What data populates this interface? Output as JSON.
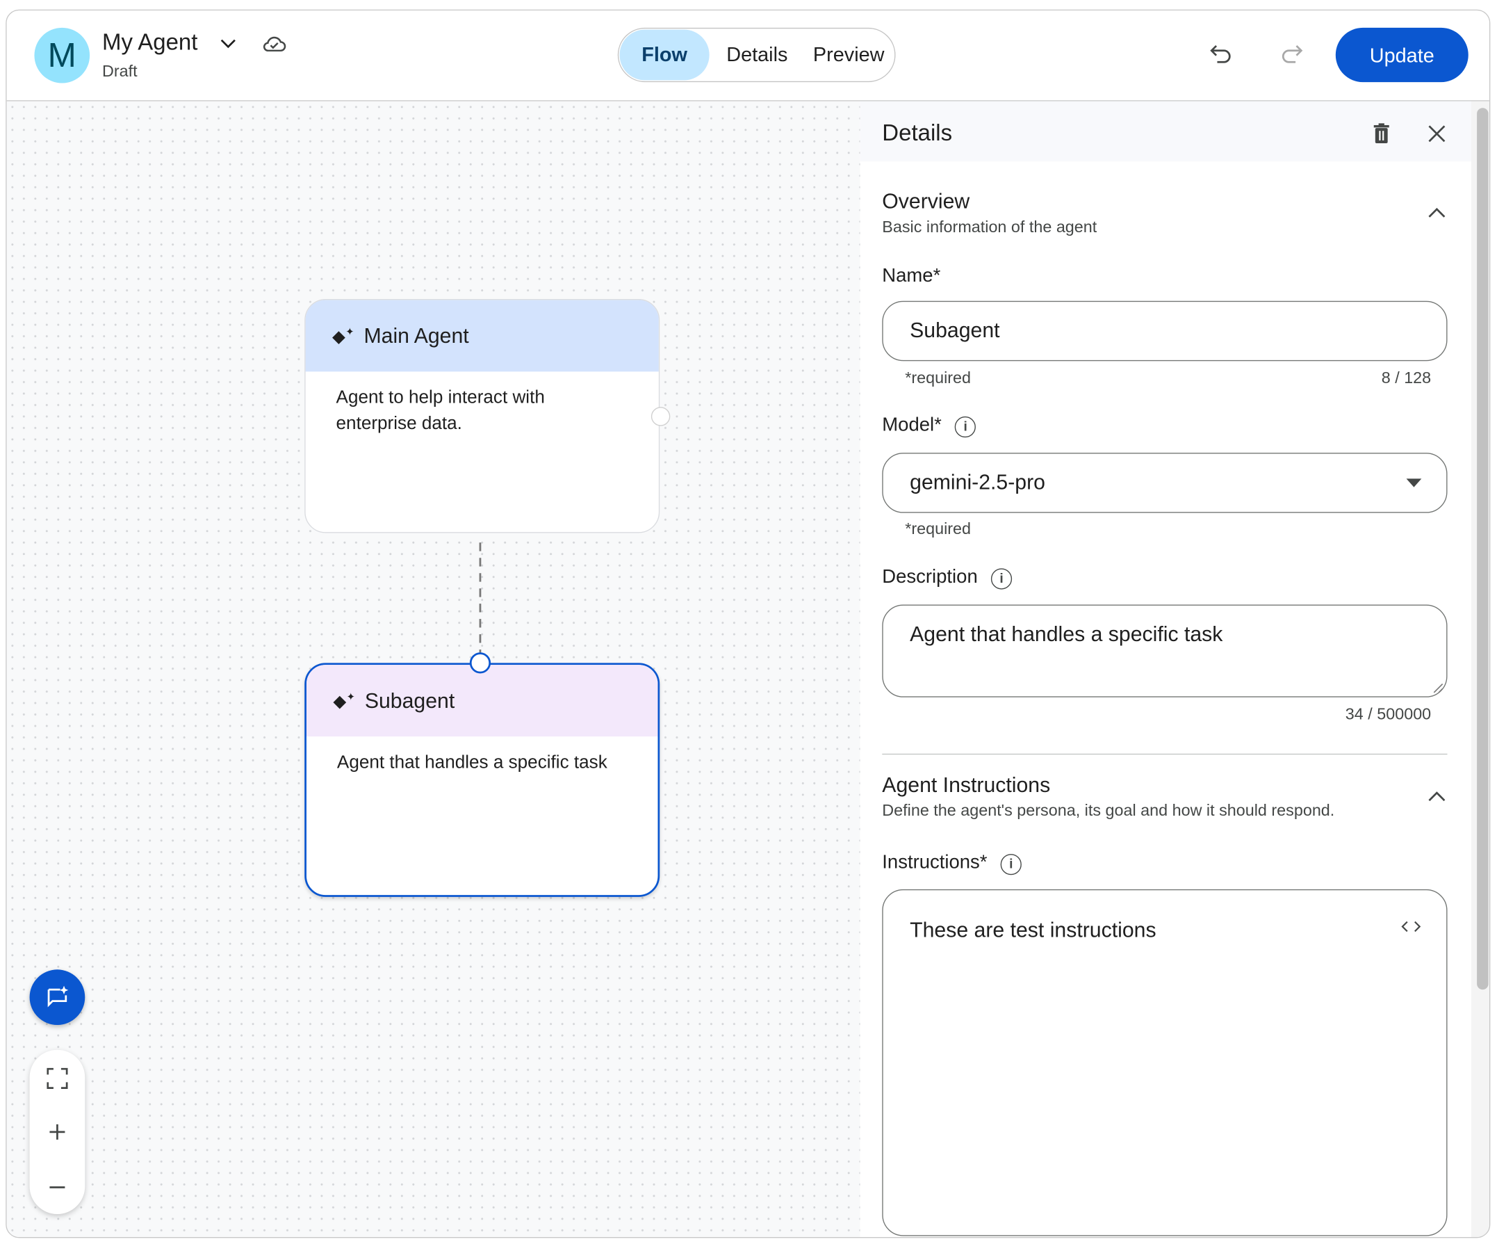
{
  "header": {
    "avatar_letter": "M",
    "agent_name": "My Agent",
    "status": "Draft",
    "tabs": [
      {
        "label": "Flow",
        "active": true
      },
      {
        "label": "Details",
        "active": false
      },
      {
        "label": "Preview",
        "active": false
      }
    ],
    "update_label": "Update"
  },
  "canvas": {
    "nodes": [
      {
        "title": "Main Agent",
        "description": "Agent to help interact with enterprise data.",
        "header_color": "#d3e3fd",
        "selected": false
      },
      {
        "title": "Subagent",
        "description": "Agent that handles a specific task",
        "header_color": "#f3e8fb",
        "selected": true
      }
    ]
  },
  "panel": {
    "title": "Details",
    "overview": {
      "title": "Overview",
      "subtitle": "Basic information of the agent",
      "name_label": "Name*",
      "name_value": "Subagent",
      "name_hint": "*required",
      "name_count": "8 / 128",
      "model_label": "Model*",
      "model_value": "gemini-2.5-pro",
      "model_hint": "*required",
      "description_label": "Description",
      "description_value": "Agent that handles a specific task",
      "description_count": "34 / 500000"
    },
    "instructions": {
      "title": "Agent Instructions",
      "subtitle": "Define the agent's persona, its goal and how it should respond.",
      "label": "Instructions*",
      "value": "These are test instructions"
    }
  },
  "colors": {
    "primary": "#0b57d0",
    "tab_active": "#c2e7ff",
    "avatar": "#94e3fd"
  }
}
